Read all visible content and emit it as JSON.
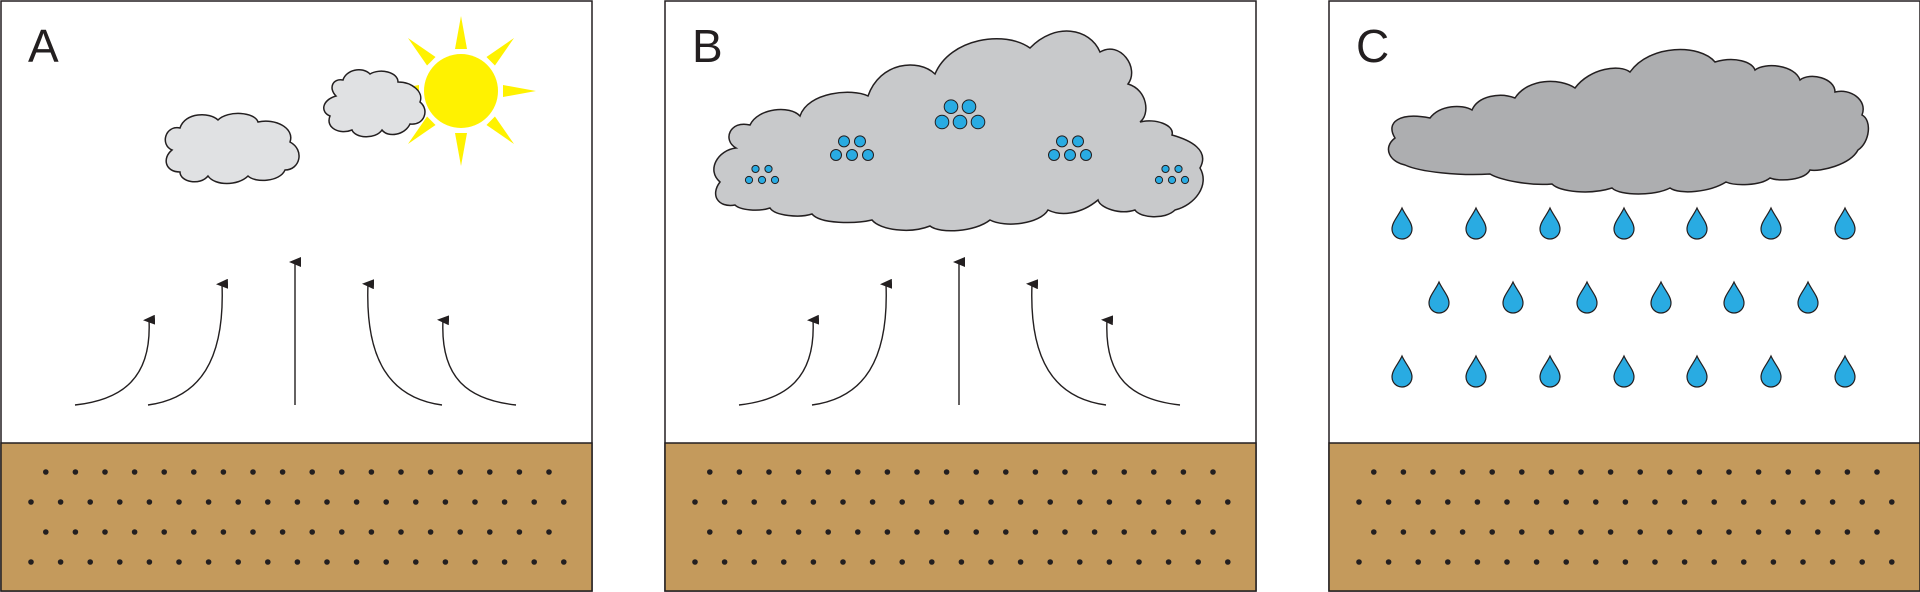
{
  "panels": [
    {
      "label": "A",
      "stage": "clouds-forming",
      "sun": true,
      "cloud_color": "#e0e1e3",
      "droplet_groups": 0,
      "rain": false
    },
    {
      "label": "B",
      "stage": "cloud-growing",
      "sun": false,
      "cloud_color": "#c8c9cb",
      "droplet_groups": 5,
      "rain": false
    },
    {
      "label": "C",
      "stage": "precipitation",
      "sun": false,
      "cloud_color": "#adaeb0",
      "droplet_groups": 0,
      "rain": true
    }
  ],
  "colors": {
    "soil": "#c49a5c",
    "soil_dots": "#231f20",
    "outline": "#231f20",
    "sun": "#fff200",
    "water": "#29abe2",
    "border": "#231f20"
  },
  "icons": {
    "sun": "sun-icon",
    "cloud": "cloud-icon",
    "rising_air": "arrow-up-icon",
    "droplet": "water-droplet-icon",
    "raindrop": "raindrop-icon"
  }
}
